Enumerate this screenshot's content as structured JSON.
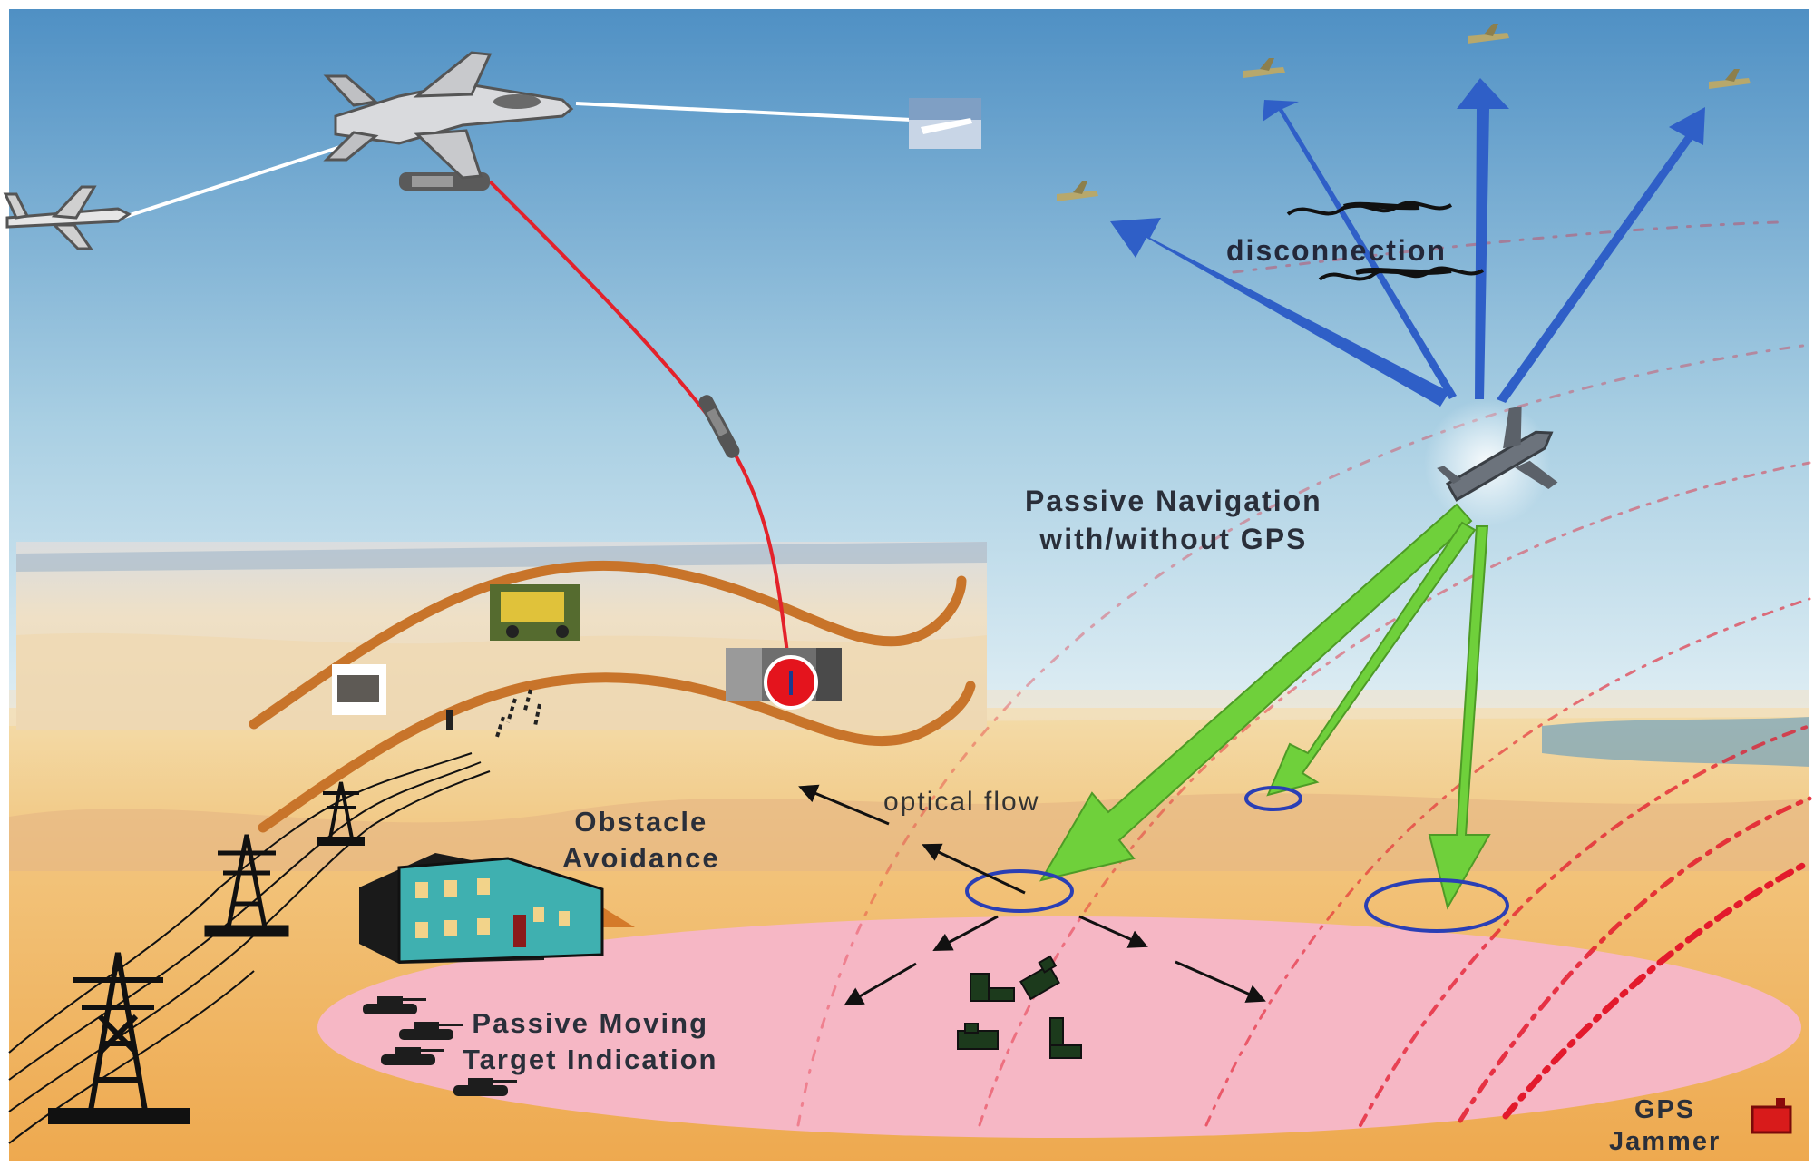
{
  "labels": {
    "disconnection": "disconnection",
    "passive_navigation": [
      "Passive Navigation",
      "with/without GPS"
    ],
    "optical_flow": "optical flow",
    "obstacle_avoidance": [
      "Obstacle",
      "Avoidance"
    ],
    "passive_mti": [
      "Passive Moving",
      "Target Indication"
    ],
    "gps_jammer": [
      "GPS",
      "Jammer"
    ]
  },
  "colors": {
    "sky_top": "#4f90c4",
    "sky_bottom": "#e4f0f6",
    "desert": "#efb561",
    "target_zone": "#f5b6c4",
    "blue_arrow": "#2f5fc7",
    "green_arrow": "#6fd03b",
    "weapon_path": "#e3222b",
    "jammer_waves": "#e31a2c",
    "terrain_band": "#c8742a"
  },
  "icons": [
    "fighter-jet-icon",
    "awacs-aircraft-icon",
    "drone-icon",
    "missile-icon",
    "power-pylon-icon",
    "building-icon",
    "tank-icon",
    "truck-icon",
    "gps-jammer-icon"
  ]
}
